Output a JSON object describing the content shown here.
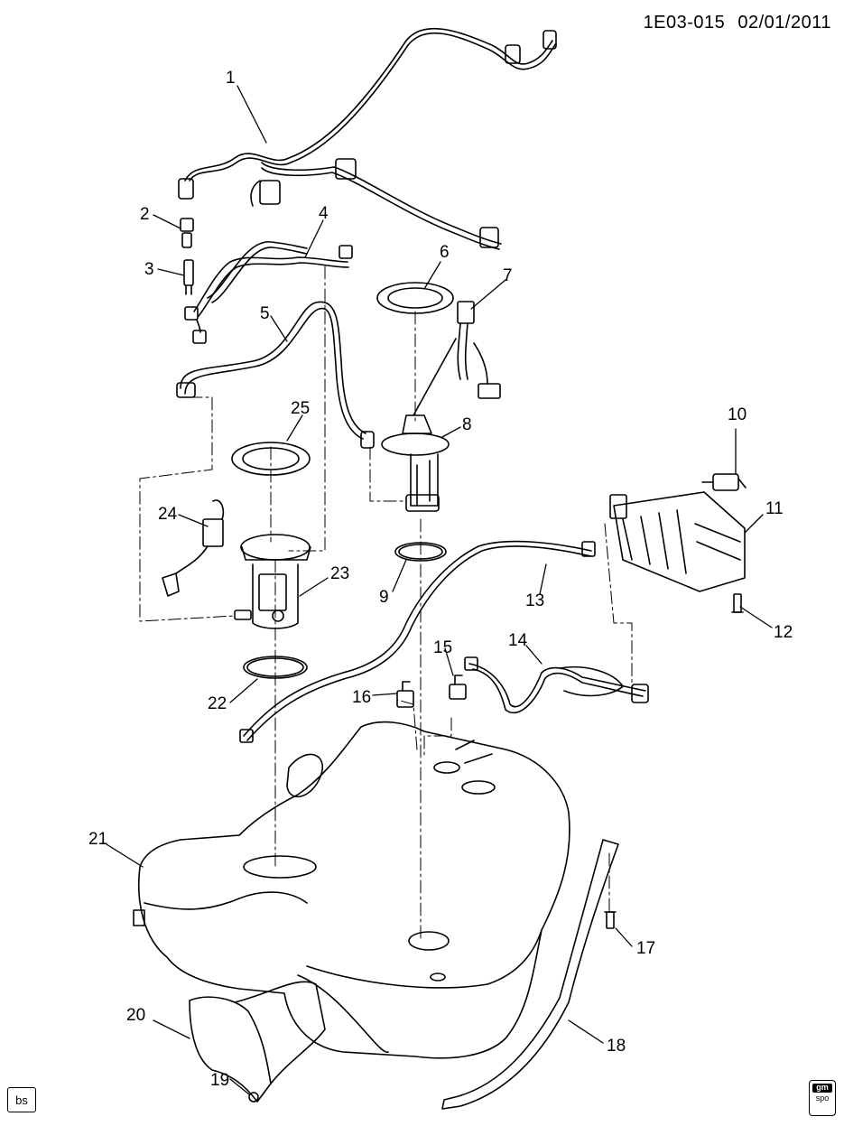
{
  "header": {
    "code": "1E03-015",
    "date": "02/01/2011"
  },
  "callouts": {
    "c1": "1",
    "c2": "2",
    "c3": "3",
    "c4": "4",
    "c5": "5",
    "c6": "6",
    "c7": "7",
    "c8": "8",
    "c9": "9",
    "c10": "10",
    "c11": "11",
    "c12": "12",
    "c13": "13",
    "c14": "14",
    "c15": "15",
    "c16": "16",
    "c17": "17",
    "c18": "18",
    "c19": "19",
    "c20": "20",
    "c21": "21",
    "c22": "22",
    "c23": "23",
    "c24": "24",
    "c25": "25"
  },
  "footer": {
    "left_badge": "bs",
    "logo_top": "gm",
    "logo_bottom": "spo"
  }
}
